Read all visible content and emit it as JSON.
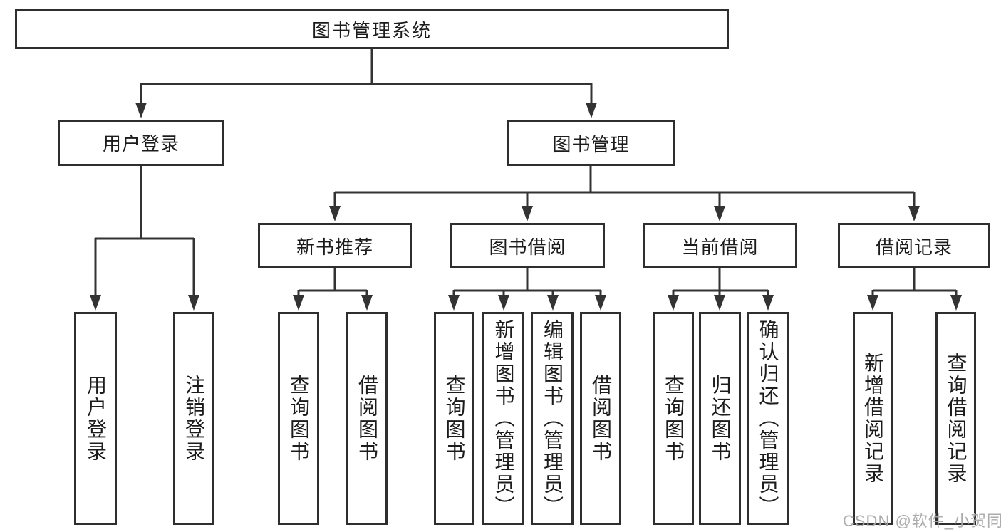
{
  "diagram": {
    "root": "图书管理系统",
    "branches": {
      "user_login": {
        "label": "用户登录",
        "children": [
          "用户登录",
          "注销登录"
        ]
      },
      "book_management": {
        "label": "图书管理",
        "sections": {
          "new_book_recommendation": {
            "label": "新书推荐",
            "children": [
              "查询图书",
              "借阅图书"
            ]
          },
          "book_borrowing": {
            "label": "图书借阅",
            "children": [
              "查询图书",
              "新增图书（管理员）",
              "编辑图书（管理员）",
              "借阅图书"
            ]
          },
          "current_borrowing": {
            "label": "当前借阅",
            "children": [
              "查询图书",
              "归还图书",
              "确认归还（管理员）"
            ]
          },
          "borrowing_records": {
            "label": "借阅记录",
            "children": [
              "新增借阅记录",
              "查询借阅记录"
            ]
          }
        }
      }
    },
    "watermark": "CSDN @软件_小贺同学",
    "colors": {
      "box_border": "#2e2e2e",
      "connector": "#333333",
      "text": "#1c1c1c",
      "watermark": "#a8a8a8",
      "background": "#ffffff"
    }
  }
}
